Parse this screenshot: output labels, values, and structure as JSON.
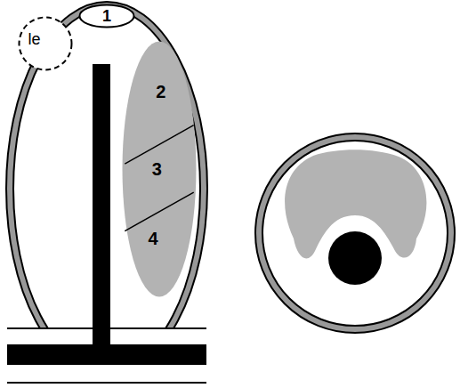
{
  "diagram": {
    "nodes": [
      {
        "text": [
          "1"
        ]
      },
      {
        "text": [
          "le"
        ]
      },
      {
        "text": [
          "2",
          "3",
          "4"
        ]
      }
    ]
  }
}
